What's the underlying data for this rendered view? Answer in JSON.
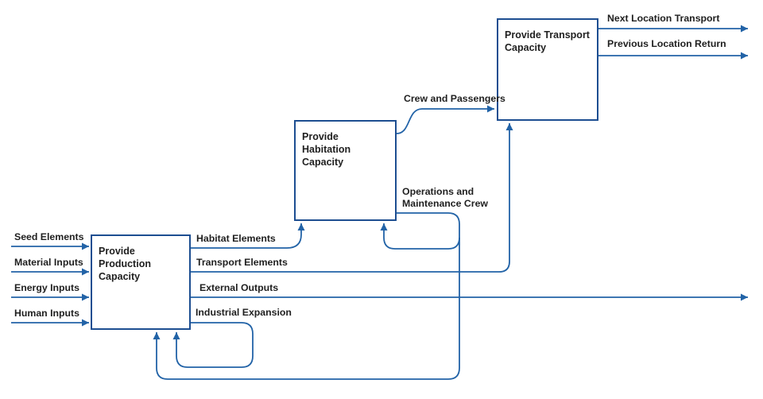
{
  "diagram": {
    "nodes": [
      {
        "id": "production",
        "label": "Provide Production Capacity"
      },
      {
        "id": "habitation",
        "label": "Provide Habitation Capacity"
      },
      {
        "id": "transport",
        "label": "Provide Transport Capacity"
      }
    ],
    "external_inputs": [
      {
        "label": "Seed Elements",
        "to": "production"
      },
      {
        "label": "Material Inputs",
        "to": "production"
      },
      {
        "label": "Energy Inputs",
        "to": "production"
      },
      {
        "label": "Human Inputs",
        "to": "production"
      }
    ],
    "flows": [
      {
        "label": "Habitat Elements",
        "from": "production",
        "to": "habitation"
      },
      {
        "label": "Transport Elements",
        "from": "production",
        "to": "transport"
      },
      {
        "label": "External Outputs",
        "from": "production",
        "to": "external"
      },
      {
        "label": "Industrial Expansion",
        "from": "production",
        "to": "production"
      },
      {
        "label": "Operations and Maintenance Crew",
        "from": "habitation",
        "to": "habitation and production"
      },
      {
        "label": "Crew and Passengers",
        "from": "habitation",
        "to": "transport"
      },
      {
        "label": "Next Location Transport",
        "from": "transport",
        "to": "external"
      },
      {
        "label": "Previous Location Return",
        "from": "transport",
        "to": "external"
      }
    ],
    "colors": {
      "line": "#2263a7",
      "box_border": "#1d4e91",
      "text": "#1f1f1f",
      "background": "#ffffff"
    }
  }
}
